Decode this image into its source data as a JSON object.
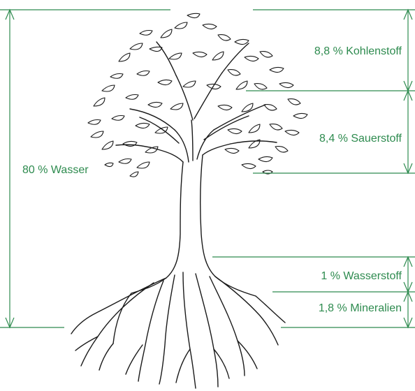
{
  "colors": {
    "accent": "#2e8b4f",
    "ink": "#1a1a1a",
    "background": "#ffffff"
  },
  "labels": {
    "water": "80 % Wasser",
    "carbon": "8,8 % Kohlenstoff",
    "oxygen": "8,4 % Sauerstoff",
    "hydrogen": "1 % Wasserstoff",
    "minerals": "1,8 % Mineralien"
  }
}
